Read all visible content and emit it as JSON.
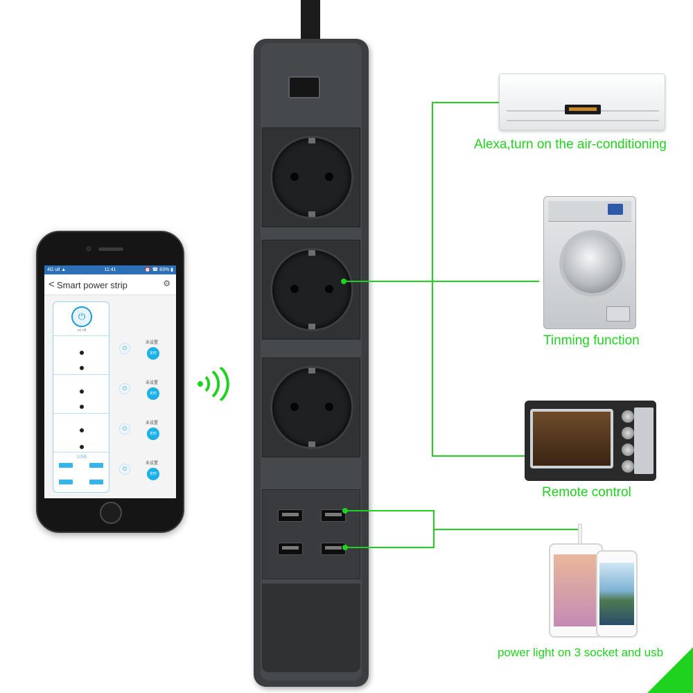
{
  "phone": {
    "status": {
      "left": "4G ull ▲",
      "time": "11:41",
      "right": "⏰ ☎ 83% ▮"
    },
    "app_title": "Smart power strip",
    "back_glyph": "<",
    "settings_glyph": "⚙",
    "master_on_off": "on  off",
    "usb_label": "USB",
    "rows": [
      {
        "timer_label": "未设置",
        "timer_btn": "定时"
      },
      {
        "timer_label": "未设置",
        "timer_btn": "定时"
      },
      {
        "timer_label": "未设置",
        "timer_btn": "定时"
      },
      {
        "timer_label": "未设置",
        "timer_btn": "定时"
      }
    ]
  },
  "captions": {
    "ac": "Alexa,turn on the air-conditioning",
    "washer": "Tinming function",
    "oven": "Remote control",
    "devices": "power light on 3 socket and usb"
  },
  "colors": {
    "accent": "#1fd21f",
    "strip": "#3b3d40",
    "app_blue": "#1a9ad6"
  },
  "icons": [
    "wifi-signal-icon",
    "power-icon",
    "gear-icon",
    "back-chevron-icon"
  ]
}
